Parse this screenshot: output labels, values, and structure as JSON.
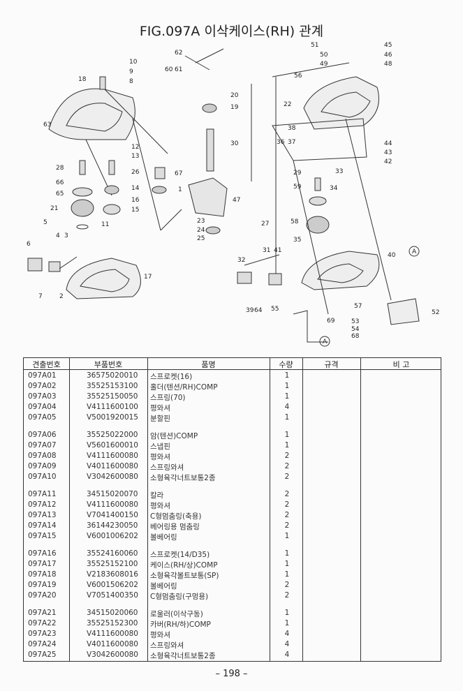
{
  "title": "FIG.097A 이삭케이스(RH) 관계",
  "callouts": [
    "10",
    "9",
    "8",
    "18",
    "63",
    "62",
    "60",
    "61",
    "20",
    "19",
    "30",
    "12",
    "13",
    "26",
    "67",
    "14",
    "1",
    "16",
    "15",
    "11",
    "28",
    "66",
    "65",
    "21",
    "5",
    "6",
    "4",
    "3",
    "7",
    "2",
    "17",
    "47",
    "23",
    "24",
    "25",
    "27",
    "22",
    "51",
    "50",
    "49",
    "45",
    "46",
    "48",
    "56",
    "38",
    "36",
    "37",
    "44",
    "43",
    "42",
    "33",
    "34",
    "29",
    "59",
    "58",
    "35",
    "40",
    "32",
    "31",
    "41",
    "39",
    "64",
    "55",
    "57",
    "52",
    "53",
    "54",
    "68",
    "69",
    "A",
    "A"
  ],
  "table": {
    "headers": [
      "견출번호",
      "부품번호",
      "품명",
      "수량",
      "규격",
      "비 고"
    ],
    "groups": [
      [
        [
          "097A01",
          "36575020010",
          "스프로켓(16)",
          "1"
        ],
        [
          "097A02",
          "35525153100",
          "홀더(텐션/RH)COMP",
          "1"
        ],
        [
          "097A03",
          "35525150050",
          "스프링(70)",
          "1"
        ],
        [
          "097A04",
          "V4111600100",
          "평와셔",
          "4"
        ],
        [
          "097A05",
          "V5001920015",
          "분할핀",
          "1"
        ]
      ],
      [
        [
          "097A06",
          "35525022000",
          "암(텐션)COMP",
          "1"
        ],
        [
          "097A07",
          "V5601600010",
          "스냅핀",
          "1"
        ],
        [
          "097A08",
          "V4111600080",
          "평와셔",
          "2"
        ],
        [
          "097A09",
          "V4011600080",
          "스프링와셔",
          "2"
        ],
        [
          "097A10",
          "V3042600080",
          "소형육각너트보통2종",
          "2"
        ]
      ],
      [
        [
          "097A11",
          "34515020070",
          "칼라",
          "2"
        ],
        [
          "097A12",
          "V4111600080",
          "평와셔",
          "2"
        ],
        [
          "097A13",
          "V7041400150",
          "C형멈춤링(축용)",
          "2"
        ],
        [
          "097A14",
          "36144230050",
          "베어링용 멈춤링",
          "2"
        ],
        [
          "097A15",
          "V6001006202",
          "볼베어링",
          "1"
        ]
      ],
      [
        [
          "097A16",
          "35524160060",
          "스프로켓(14/D35)",
          "1"
        ],
        [
          "097A17",
          "35525152100",
          "케이스(RH/상)COMP",
          "1"
        ],
        [
          "097A18",
          "V2183608016",
          "소형육각볼트보통(SP)",
          "1"
        ],
        [
          "097A19",
          "V6001506202",
          "볼베어링",
          "2"
        ],
        [
          "097A20",
          "V7051400350",
          "C형멈춤링(구멍용)",
          "2"
        ]
      ],
      [
        [
          "097A21",
          "34515020060",
          "로울러(이삭구동)",
          "1"
        ],
        [
          "097A22",
          "35525152300",
          "카버(RH/하)COMP",
          "1"
        ],
        [
          "097A23",
          "V4111600080",
          "평와셔",
          "4"
        ],
        [
          "097A24",
          "V4011600080",
          "스프링와셔",
          "4"
        ],
        [
          "097A25",
          "V3042600080",
          "소형육각너트보통2종",
          "4"
        ]
      ]
    ]
  },
  "page_number": "– 198 –"
}
